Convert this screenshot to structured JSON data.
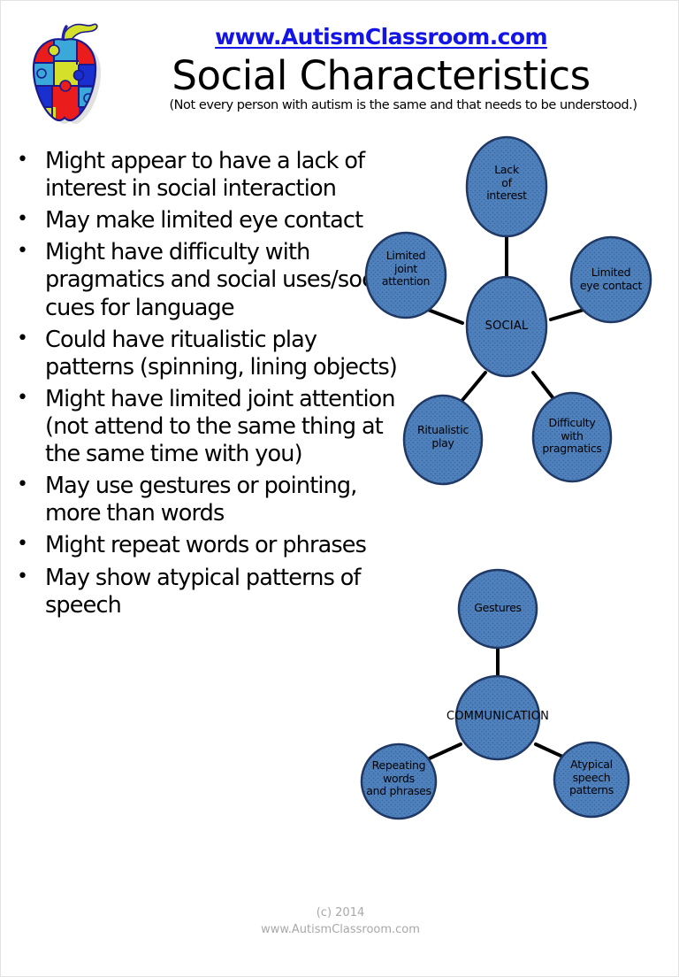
{
  "header": {
    "site_link": "www.AutismClassroom.com",
    "title": "Social Characteristics",
    "subtitle": "(Not every person with autism is the same and that needs to be understood.)",
    "logo_name": "autism-puzzle-apple-logo",
    "link_color": "#1414E6"
  },
  "bullets": [
    "Might appear to have a lack of interest in social interaction",
    "May make limited eye contact",
    "Might have difficulty with pragmatics and social uses/social cues for language",
    "Could have ritualistic play patterns (spinning, lining objects)",
    "Might have limited joint attention (not attend to the same thing at the same time with you)",
    "May use gestures or pointing, more than words",
    "Might repeat words or phrases",
    "May show atypical patterns of speech"
  ],
  "diagrams": [
    {
      "id": "social",
      "center": "SOCIAL",
      "node_fill": "#4F81BD",
      "node_stroke": "#1F3864",
      "nodes": [
        "Lack\nof\ninterest",
        "Limited\neye contact",
        "Difficulty\nwith\npragmatics",
        "Ritualistic\nplay",
        "Limited\njoint\nattention"
      ]
    },
    {
      "id": "communication",
      "center": "COMMUNICATION",
      "node_fill": "#4F81BD",
      "node_stroke": "#1F3864",
      "nodes": [
        "Gestures",
        "Atypical\nspeech\npatterns",
        "Repeating\nwords\nand phrases"
      ]
    }
  ],
  "footer": {
    "copyright": "(c) 2014",
    "site": "www.AutismClassroom.com"
  }
}
